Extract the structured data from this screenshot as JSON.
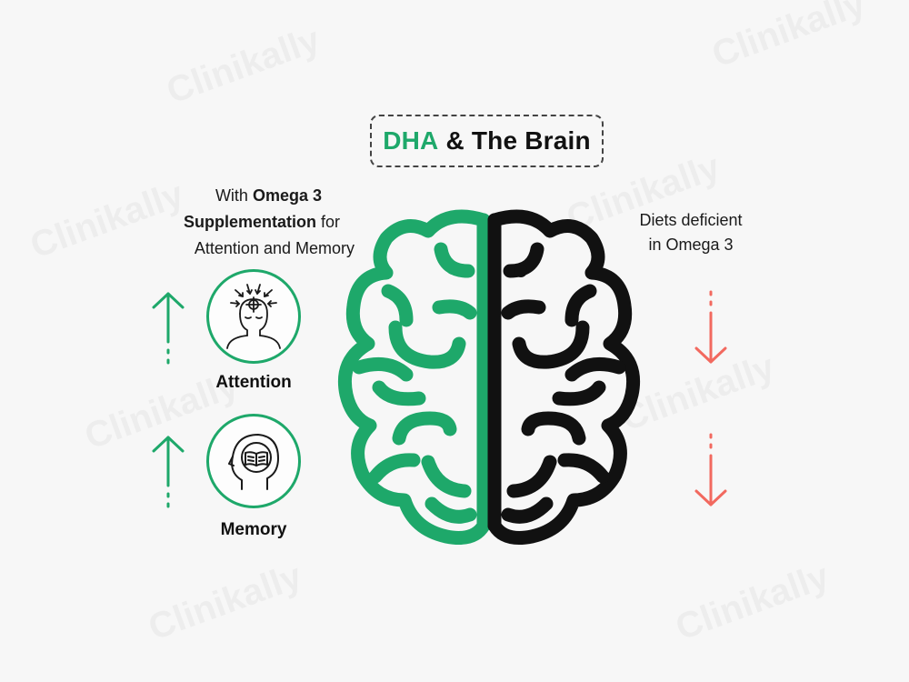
{
  "title": {
    "accent": "DHA",
    "rest": "& The Brain"
  },
  "left_caption": {
    "prefix": "With ",
    "bold1": "Omega 3",
    "bold2": "Supplementation",
    "suffix2": " for",
    "line3": "Attention and Memory"
  },
  "right_caption": {
    "line1": "Diets deficient",
    "line2": "in Omega 3"
  },
  "items": [
    {
      "label": "Attention",
      "icon": "focus-head-icon"
    },
    {
      "label": "Memory",
      "icon": "book-head-icon"
    }
  ],
  "watermark": "Clinikally",
  "colors": {
    "green": "#1ea86a",
    "black": "#111111",
    "red": "#f2695f"
  }
}
